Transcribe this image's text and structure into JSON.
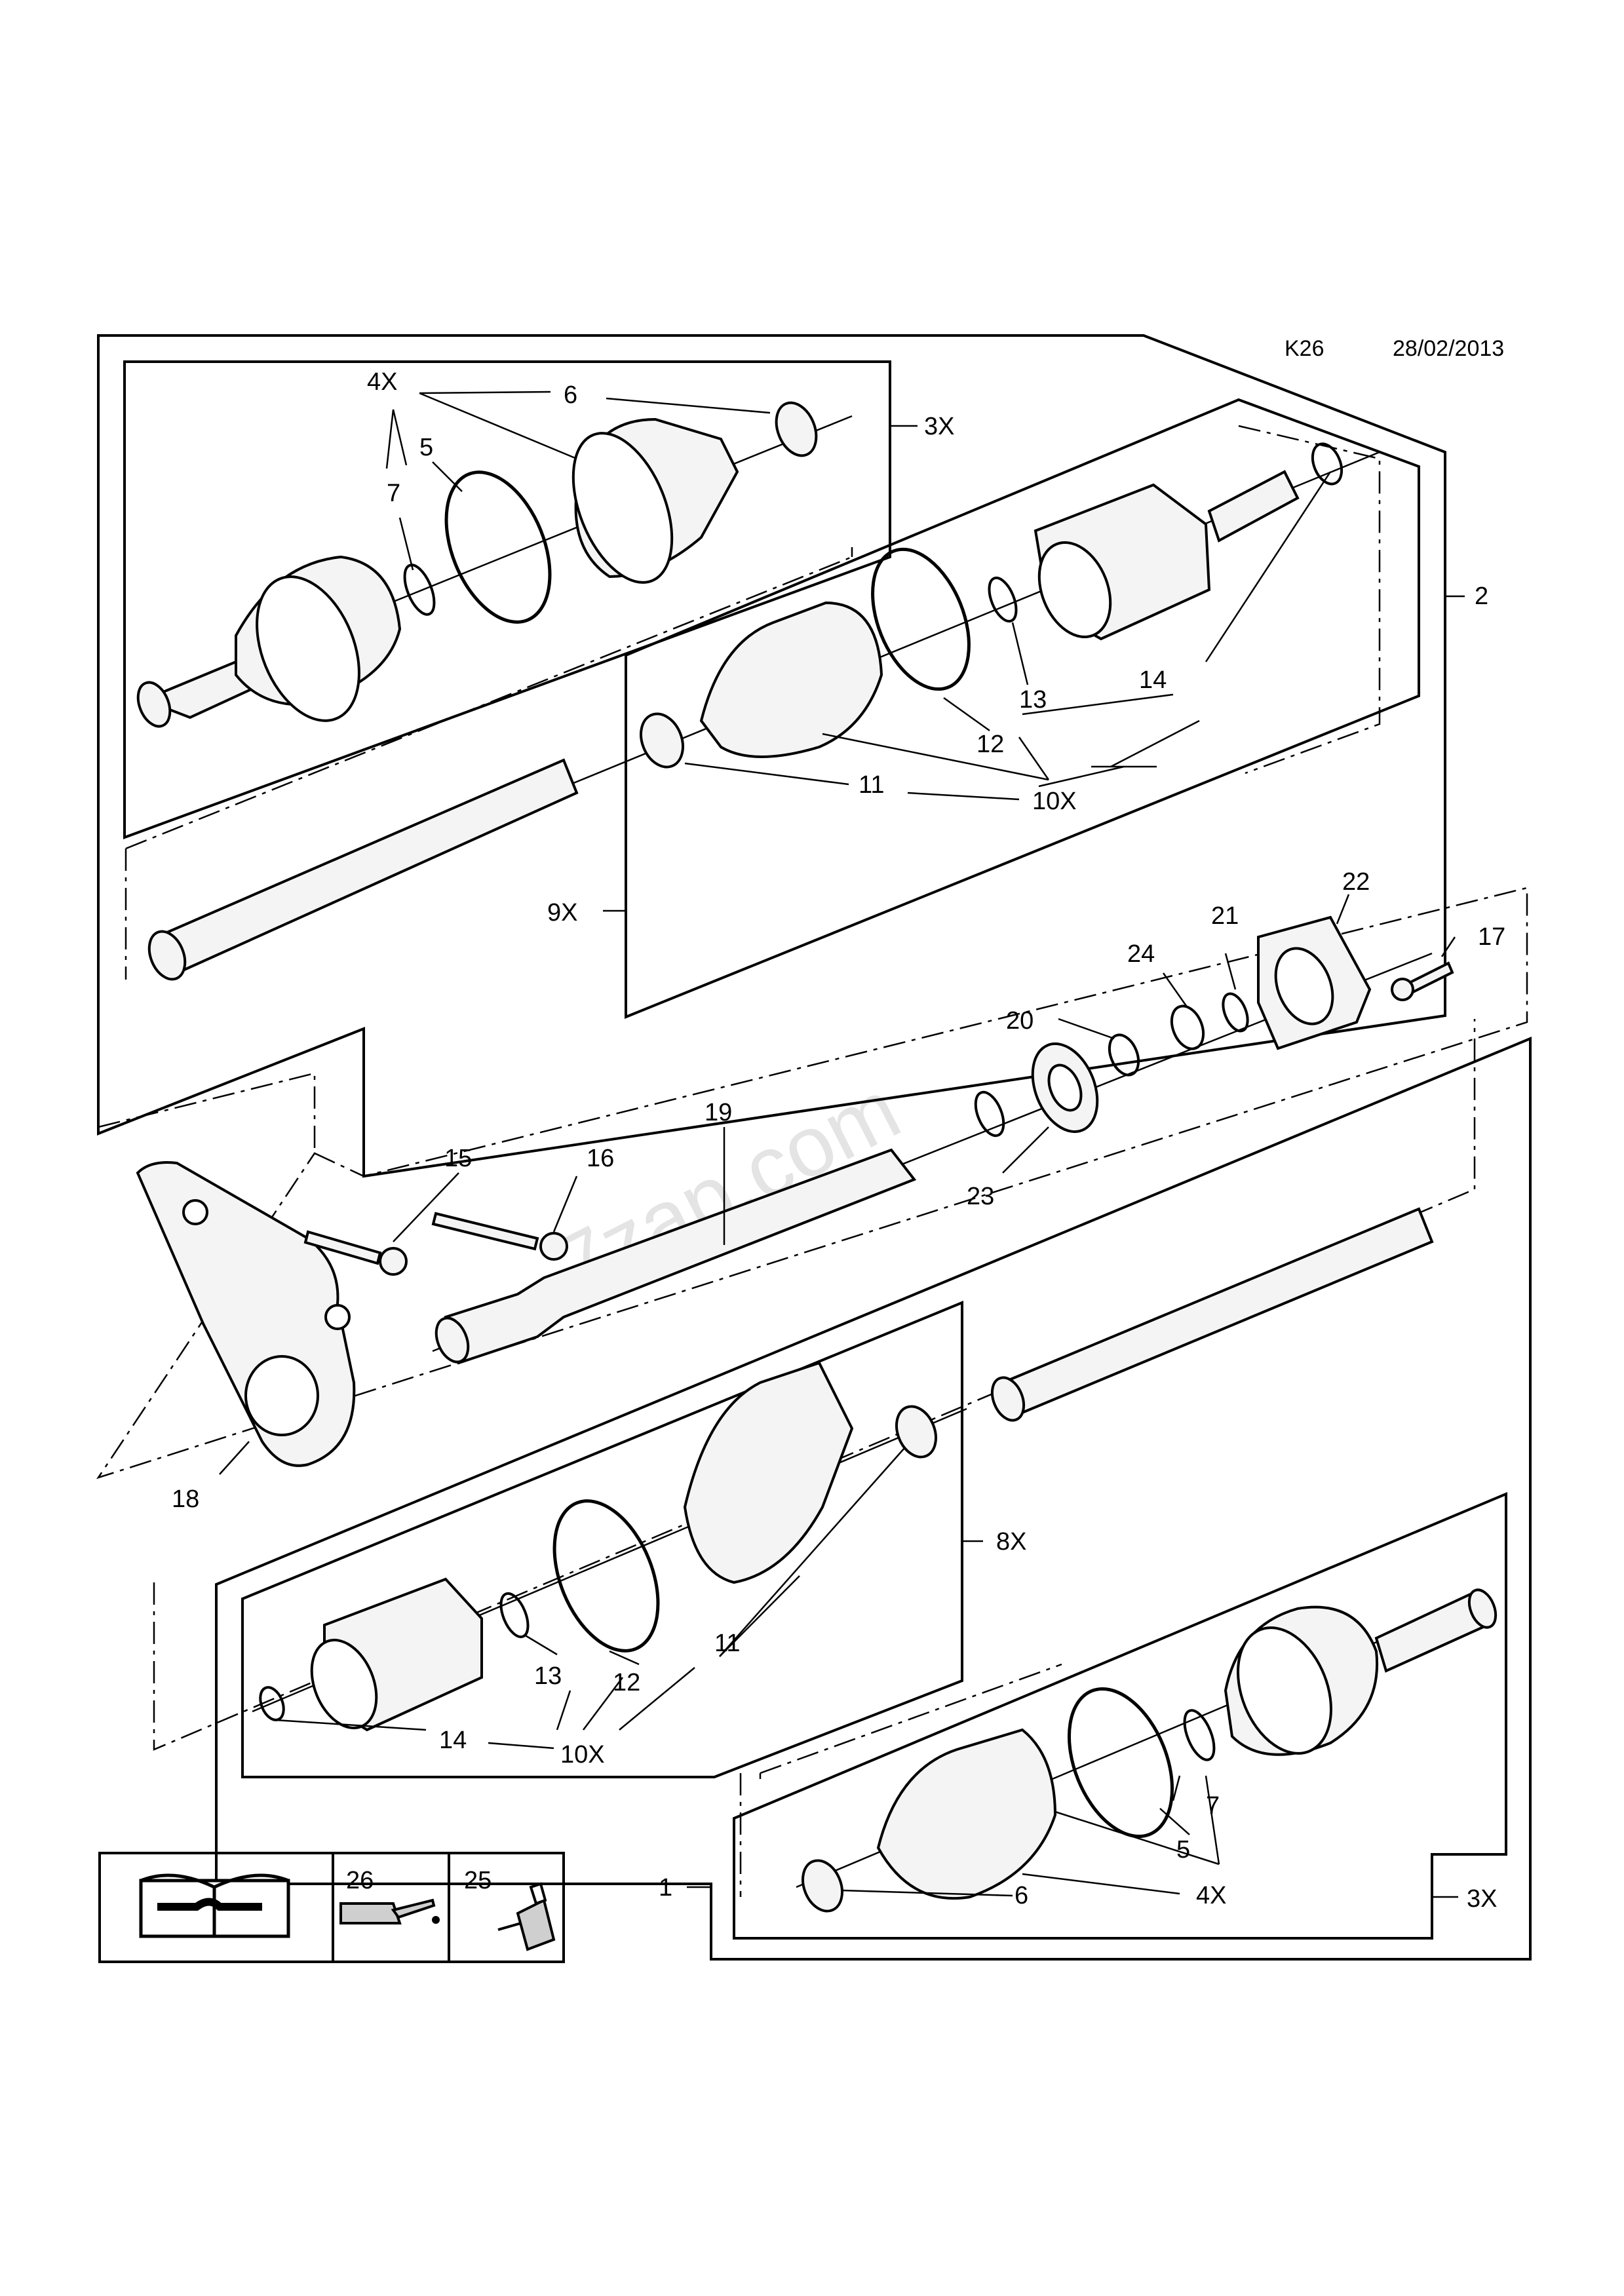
{
  "header": {
    "code": "K26",
    "date": "28/02/2013"
  },
  "watermark": "7zap.com",
  "colors": {
    "line": "#000000",
    "fill_light": "#f4f4f4",
    "fill_mid": "#cfcfcf",
    "watermark": "#e4e4e4"
  },
  "callouts": {
    "l6a": "6",
    "l4xa": "4X",
    "l5a": "5",
    "l7a": "7",
    "l3xa": "3X",
    "l2": "2",
    "l13a": "13",
    "l14a": "14",
    "l12a": "12",
    "l11a": "11",
    "l10xa": "10X",
    "l9x": "9X",
    "l22": "22",
    "l21": "21",
    "l17": "17",
    "l24": "24",
    "l20": "20",
    "l19": "19",
    "l23": "23",
    "l15": "15",
    "l16": "16",
    "l18": "18",
    "l8x": "8X",
    "l13b": "13",
    "l12b": "12",
    "l11b": "11",
    "l14b": "14",
    "l10xb": "10X",
    "l7b": "7",
    "l5b": "5",
    "l4xb": "4X",
    "l6b": "6",
    "l3xb": "3X",
    "l1": "1",
    "l26": "26",
    "l25": "25"
  },
  "legend": {
    "icons": [
      "manual-wrench-icon",
      "oil-can-icon",
      "adhesive-bottle-icon"
    ]
  }
}
